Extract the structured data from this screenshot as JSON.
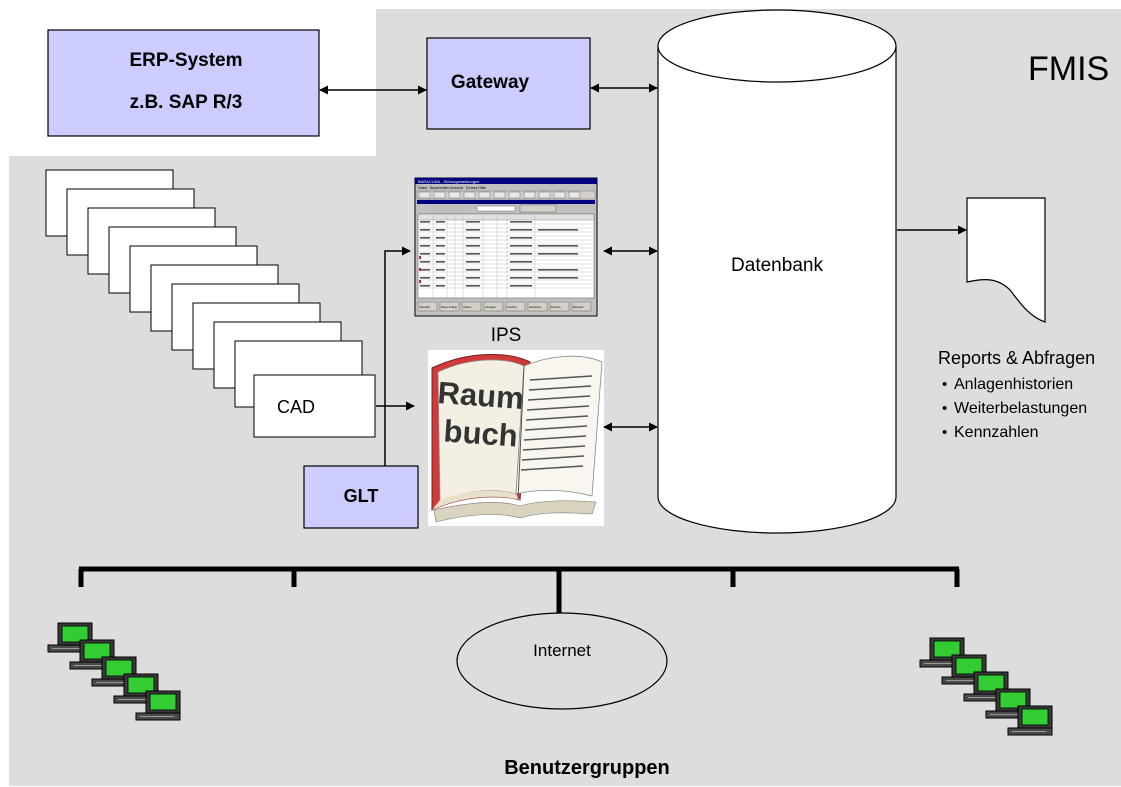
{
  "erp": {
    "line1": "ERP-System",
    "line2": "z.B. SAP R/3"
  },
  "gateway": {
    "label": "Gateway"
  },
  "fmis": {
    "label": "FMIS"
  },
  "database": {
    "label": "Datenbank"
  },
  "cad": {
    "label": "CAD"
  },
  "glt": {
    "label": "GLT"
  },
  "ips": {
    "label": "IPS",
    "window_title": "BARACUDA - Störungsmeldungen",
    "menu": [
      "Datei",
      "Bearbeiten",
      "Ansicht",
      "Extras",
      "Hilfe"
    ],
    "footer_buttons": [
      "Übersicht",
      "Neuer Auftrag",
      "Ändern",
      "Anzeigen",
      "Löschen",
      "Auswerten",
      "Drucken",
      "Beenden"
    ]
  },
  "raumbuch": {
    "line1": "Raum",
    "line2": "buch"
  },
  "reports": {
    "title": "Reports & Abfragen",
    "items": [
      "Anlagenhistorien",
      "Weiterbelastungen",
      "Kennzahlen"
    ]
  },
  "internet": {
    "label": "Internet"
  },
  "users": {
    "label": "Benutzergruppen"
  },
  "colors": {
    "box_fill": "#ccccff",
    "region_fill": "#dddddd",
    "screen_green": "#33cc33"
  }
}
